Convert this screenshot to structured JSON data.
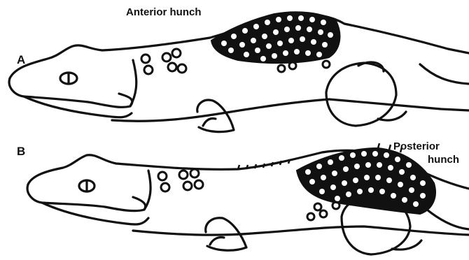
{
  "panels": [
    {
      "letter": "A"
    },
    {
      "letter": "B"
    }
  ],
  "labels": {
    "anterior": "Anterior hunch",
    "posterior_line1": "Posterior",
    "posterior_line2": "hunch"
  },
  "colors": {
    "ink": "#111111",
    "paper": "#ffffff"
  }
}
